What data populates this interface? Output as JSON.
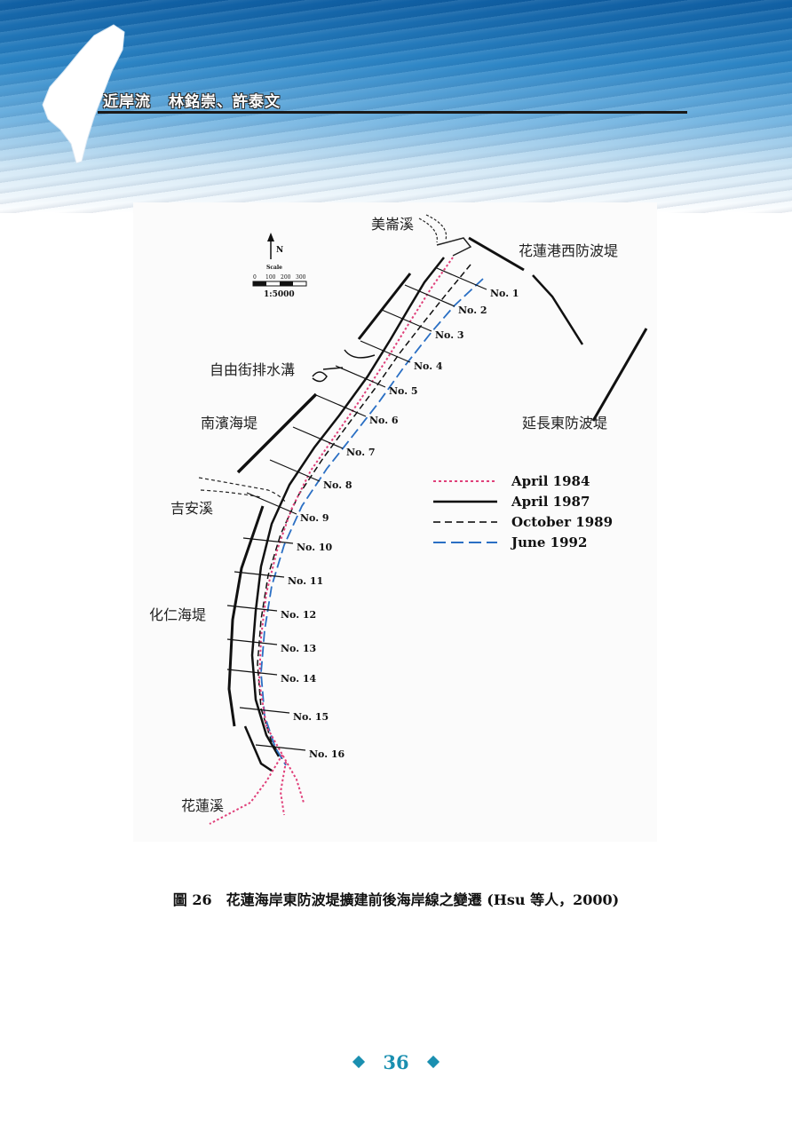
{
  "header": {
    "section": "近岸流",
    "authors": "林銘崇、許泰文"
  },
  "map": {
    "compass": "N",
    "scale_label": "Scale",
    "scale_ticks": [
      "0",
      "100",
      "200",
      "300"
    ],
    "scale_ratio": "1:5000",
    "places": {
      "meilun": "美崙溪",
      "west_breakwater": "花蓮港西防波堤",
      "drain": "自由街排水溝",
      "nanbin": "南濱海堤",
      "east_breakwater": "延長東防波堤",
      "jian": "吉安溪",
      "huaren": "化仁海堤",
      "hualien": "花蓮溪"
    },
    "profiles": [
      "No. 1",
      "No. 2",
      "No. 3",
      "No. 4",
      "No. 5",
      "No. 6",
      "No. 7",
      "No. 8",
      "No. 9",
      "No. 10",
      "No. 11",
      "No. 12",
      "No. 13",
      "No. 14",
      "No. 15",
      "No. 16"
    ],
    "legend": [
      {
        "label": "April 1984",
        "color": "#e0407a",
        "dash": "dot"
      },
      {
        "label": "April 1987",
        "color": "#000000",
        "dash": "solid"
      },
      {
        "label": "October 1989",
        "color": "#000000",
        "dash": "dash"
      },
      {
        "label": "June 1992",
        "color": "#2a6fc4",
        "dash": "longdash"
      }
    ]
  },
  "caption": "圖 26　花蓮海岸東防波堤擴建前後海岸線之變遷 (Hsu 等人，2000)",
  "page_number": "36",
  "colors": {
    "accent": "#1a8fb0"
  }
}
